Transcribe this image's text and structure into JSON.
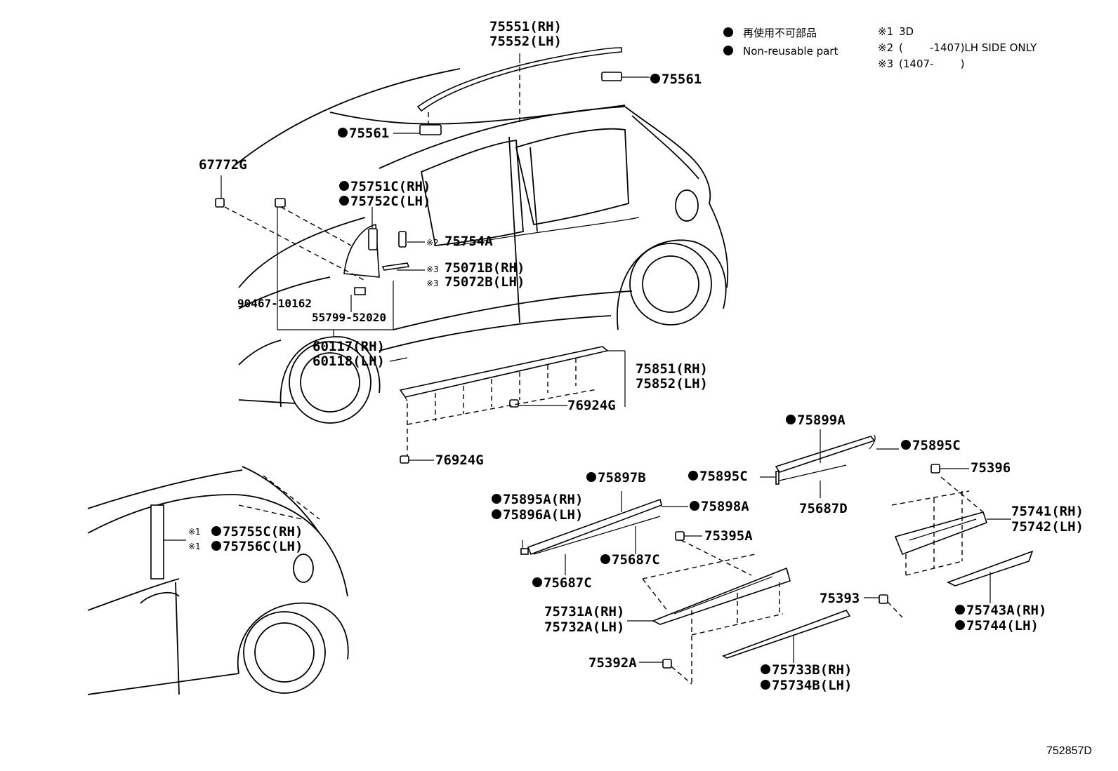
{
  "diagram_id": "752857D",
  "legend": {
    "items": [
      "再使用不可部品",
      "Non-reusable part"
    ]
  },
  "notes": [
    {
      "mark": "※1",
      "text": "3D"
    },
    {
      "mark": "※2",
      "text": "(        -1407)LH SIDE ONLY"
    },
    {
      "mark": "※3",
      "text": "(1407-        )"
    }
  ],
  "small_marks": {
    "n1": "※1",
    "n2": "※2",
    "n3": "※3"
  },
  "parts": {
    "p75551": "75551(RH)",
    "p75552": "75552(LH)",
    "p75561a": "75561",
    "p75561b": "75561",
    "p67772G": "67772G",
    "p75751C": "75751C(RH)",
    "p75752C": "75752C(LH)",
    "p75754A": "75754A",
    "p75071B": "75071B(RH)",
    "p75072B": "75072B(LH)",
    "p90467": "90467-10162",
    "p55799": "55799-52020",
    "p60117": "60117(RH)",
    "p60118": "60118(LH)",
    "p75851": "75851(RH)",
    "p75852": "75852(LH)",
    "p76924Ga": "76924G",
    "p76924Gb": "76924G",
    "p75899A": "75899A",
    "p75895Ca": "75895C",
    "p75895Cb": "75895C",
    "p75396": "75396",
    "p75687D": "75687D",
    "p75897B": "75897B",
    "p75895A": "75895A(RH)",
    "p75896A": "75896A(LH)",
    "p75898A": "75898A",
    "p75395A": "75395A",
    "p75741": "75741(RH)",
    "p75742": "75742(LH)",
    "p75687Ca": "75687C",
    "p75687Cb": "75687C",
    "p75755C": "75755C(RH)",
    "p75756C": "75756C(LH)",
    "p75393": "75393",
    "p75731A": "75731A(RH)",
    "p75732A": "75732A(LH)",
    "p75743A": "75743A(RH)",
    "p75744": "75744(LH)",
    "p75392A": "75392A",
    "p75733B": "75733B(RH)",
    "p75734B": "75734B(LH)"
  }
}
